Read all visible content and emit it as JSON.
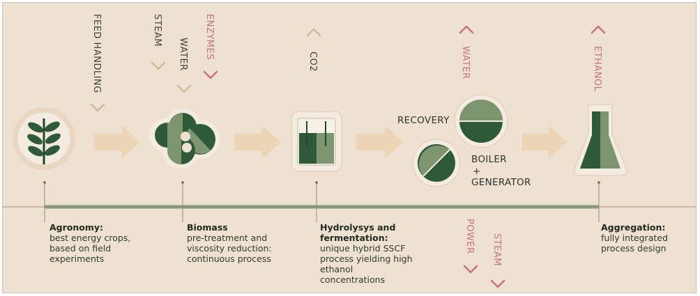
{
  "labels": {
    "feed_handling": "FEED HANDLING",
    "steam": "STEAM",
    "water": "WATER",
    "enzymes": "ENZYMES",
    "co2": "CO2",
    "water_recovery": "WATER",
    "ethanol": "ETHANOL",
    "recovery": "RECOVERY",
    "boiler": "BOILER",
    "plus": "+",
    "generator": "GENERATOR",
    "power": "POWER",
    "steam_out": "STEAM"
  },
  "stages": [
    {
      "title": "Agronomy:",
      "lines": [
        "best energy crops,",
        "based on field",
        "experiments"
      ]
    },
    {
      "title": "Biomass",
      "lines": [
        "pre-treatment and",
        "viscosity reduction:",
        "continuous process"
      ]
    },
    {
      "title": "Hydrolysys and",
      "title2": "fermentation:",
      "lines": [
        "unique hybrid SSCF",
        "process yielding high",
        "ethanol",
        "concentrations"
      ]
    },
    {
      "title": "Aggregation:",
      "lines": [
        "fully integrated",
        "process design"
      ]
    }
  ],
  "icons": [
    "plant-icon",
    "biomass-cells-icon",
    "fermentation-tank-icon",
    "recovery-icon",
    "boiler-generator-icon",
    "flask-icon"
  ],
  "colors": {
    "background": "#efe1d2",
    "dark_green": "#2f5a3a",
    "light_green": "#7d9670",
    "arrow": "#ecd4b6",
    "timeline": "#8a9a74",
    "red_label": "#c2747a"
  }
}
